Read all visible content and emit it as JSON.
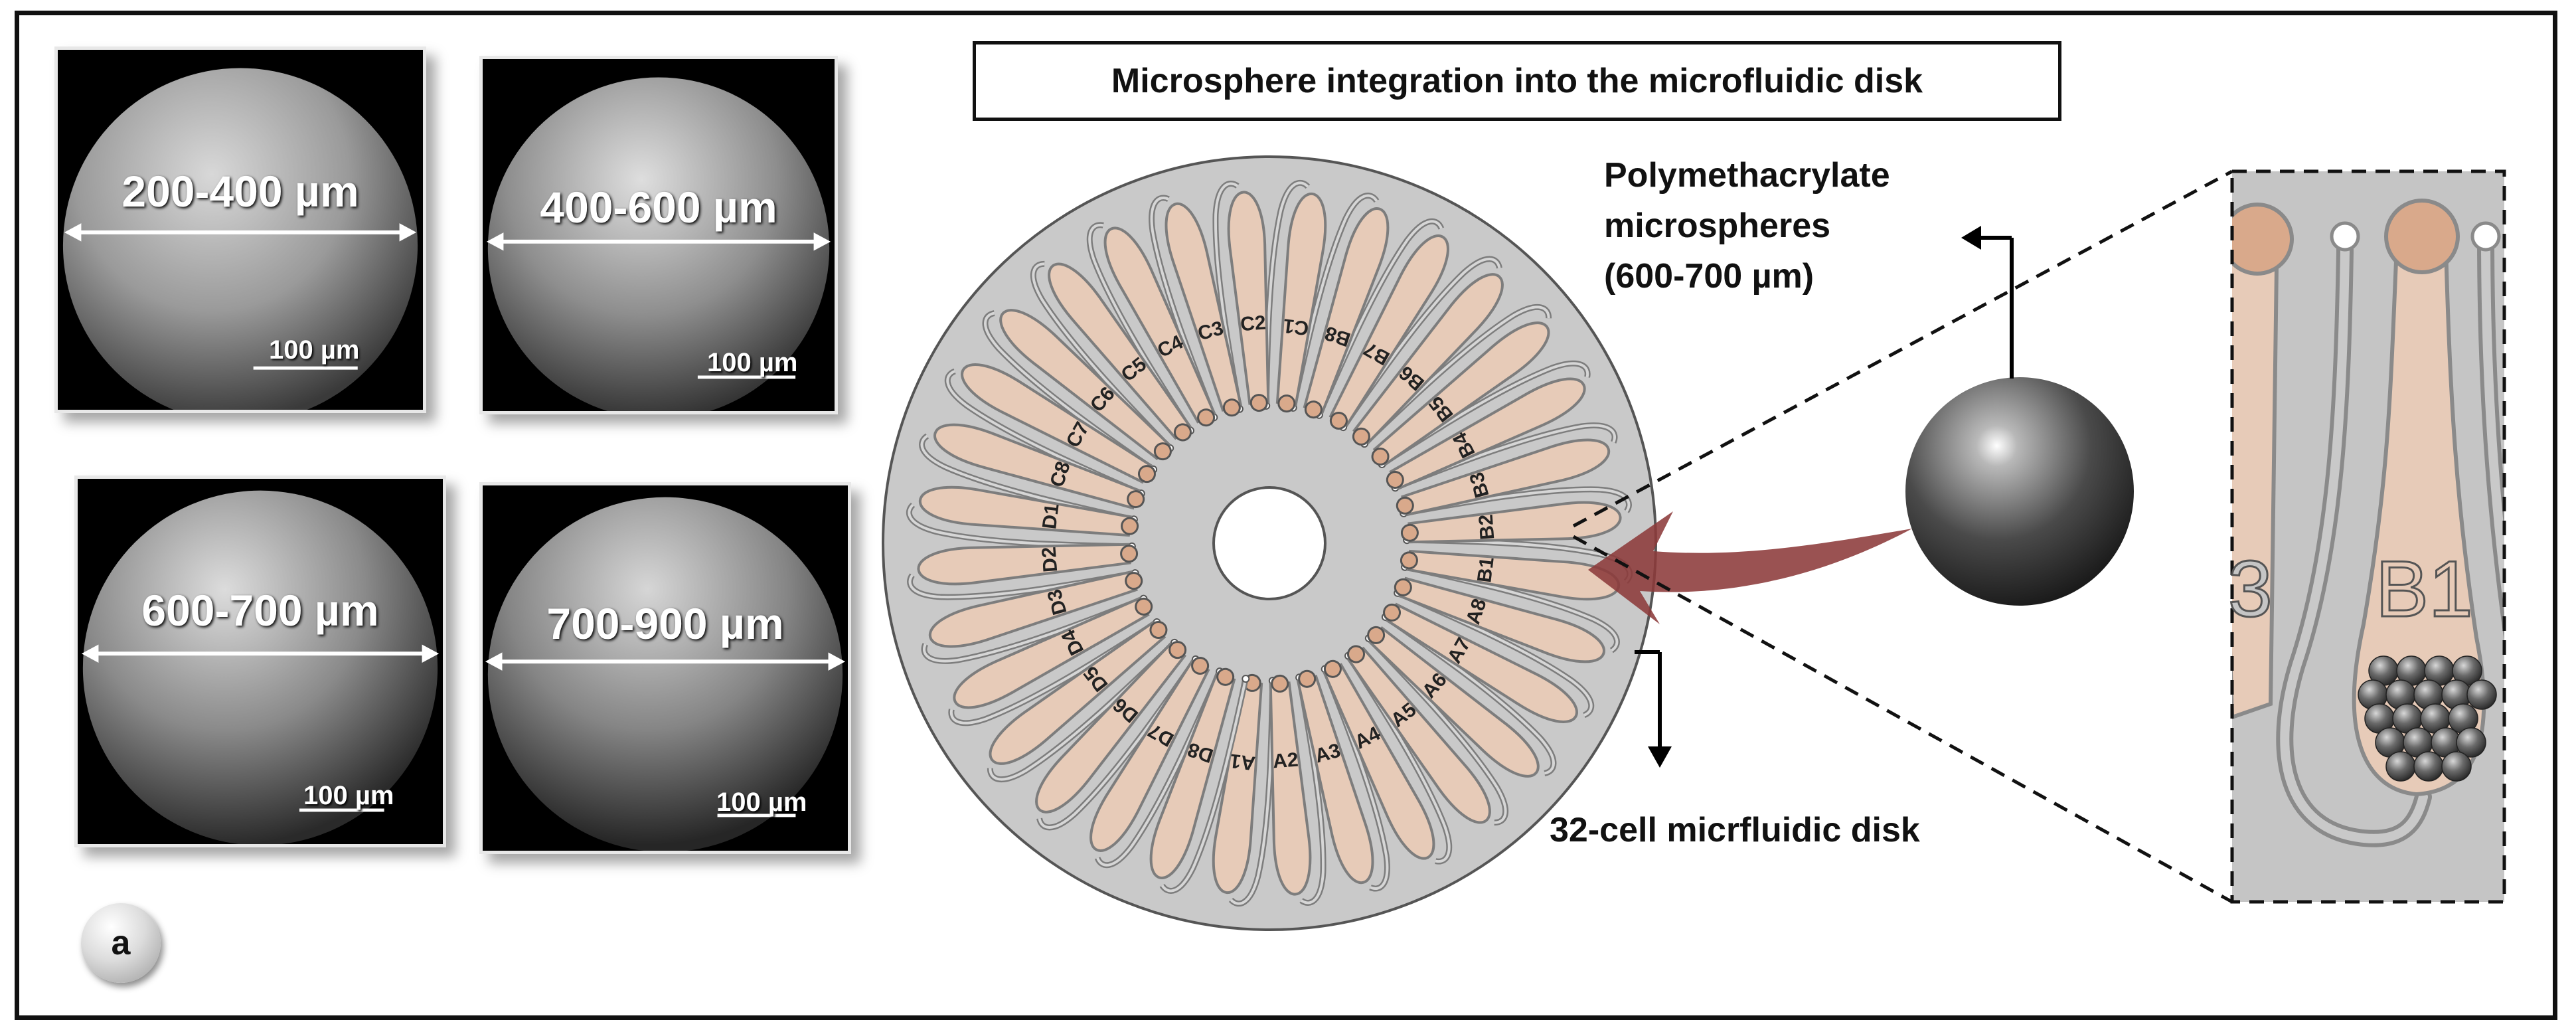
{
  "title": "Microsphere integration into the microfluidic disk",
  "panel_label": "a",
  "sem_images": [
    {
      "range": "200-400 µm",
      "scale": "100 µm"
    },
    {
      "range": "400-600 µm",
      "scale": "100 µm"
    },
    {
      "range": "600-700 µm",
      "scale": "100 µm"
    },
    {
      "range": "700-900 µm",
      "scale": "100 µm"
    }
  ],
  "microsphere_label": {
    "line1": "Polymethacrylate",
    "line2": "microspheres",
    "line3": "(600-700 µm)"
  },
  "disk_label": "32-cell micrfluidic disk",
  "cells": [
    "A1",
    "A2",
    "A3",
    "A4",
    "A5",
    "A6",
    "A7",
    "A8",
    "B1",
    "B2",
    "B3",
    "B4",
    "B5",
    "B6",
    "B7",
    "B8",
    "C1",
    "C2",
    "C3",
    "C4",
    "C5",
    "C6",
    "C7",
    "C8",
    "D1",
    "D2",
    "D3",
    "D4",
    "D5",
    "D6",
    "D7",
    "D8"
  ],
  "zoom_labels": {
    "partial": "3",
    "main": "B1"
  },
  "colors": {
    "chamber": "#e7cbb8",
    "disk": "#c9c9c9",
    "arrow": "#8c3a3a",
    "sphere_dark": "#2e2e2e"
  }
}
